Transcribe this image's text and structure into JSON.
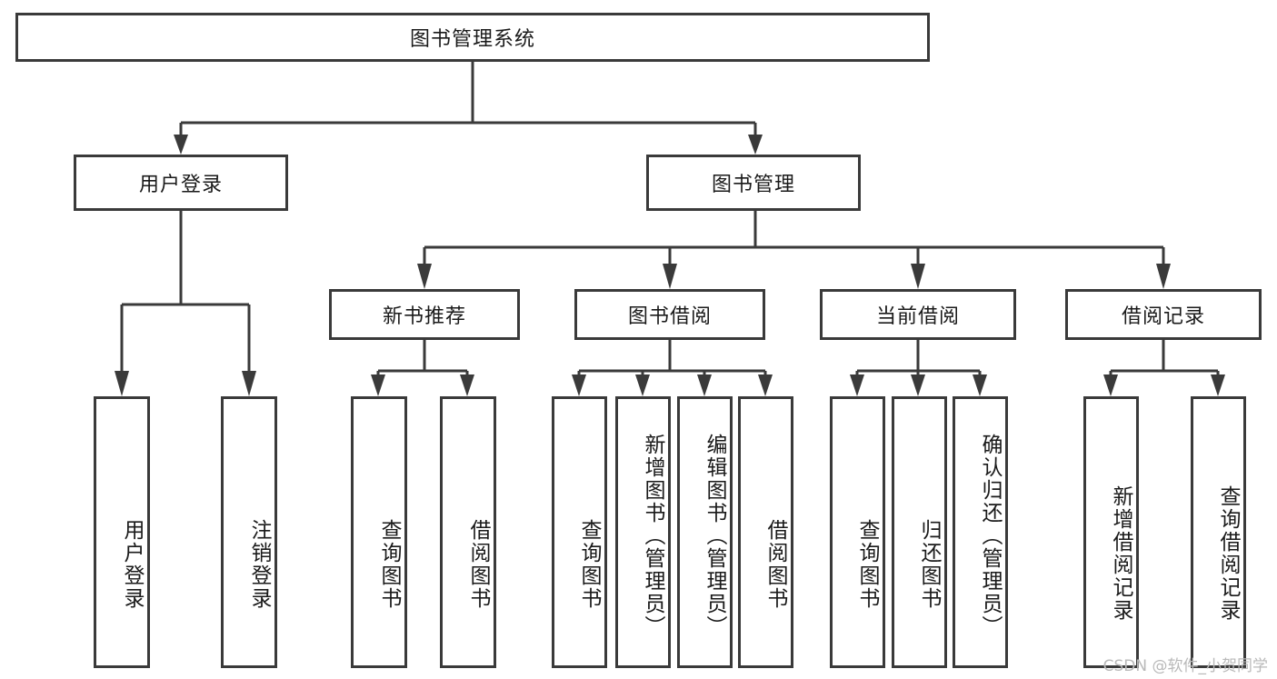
{
  "diagram": {
    "title": "图书管理系统",
    "type": "tree-hierarchy-diagram",
    "colors": {
      "stroke": "#3a3a3a",
      "background": "#ffffff",
      "text": "#1a1a1a",
      "watermark": "#b9b9b9"
    },
    "root": {
      "label": "图书管理系统"
    },
    "level2": [
      {
        "label": "用户登录"
      },
      {
        "label": "图书管理"
      }
    ],
    "level3": [
      {
        "label": "新书推荐"
      },
      {
        "label": "图书借阅"
      },
      {
        "label": "当前借阅"
      },
      {
        "label": "借阅记录"
      }
    ],
    "leaves": {
      "user_login": [
        {
          "label": "用户登录"
        },
        {
          "label": "注销登录"
        }
      ],
      "new_book_recommend": [
        {
          "label": "查询图书"
        },
        {
          "label": "借阅图书"
        }
      ],
      "book_borrow": [
        {
          "label": "查询图书"
        },
        {
          "label": "新增图书（管理员）"
        },
        {
          "label": "编辑图书（管理员）"
        },
        {
          "label": "借阅图书"
        }
      ],
      "current_borrow": [
        {
          "label": "查询图书"
        },
        {
          "label": "归还图书"
        },
        {
          "label": "确认归还（管理员）"
        }
      ],
      "borrow_record": [
        {
          "label": "新增借阅记录"
        },
        {
          "label": "查询借阅记录"
        }
      ]
    },
    "watermark": "CSDN @软件_小贺同学"
  }
}
